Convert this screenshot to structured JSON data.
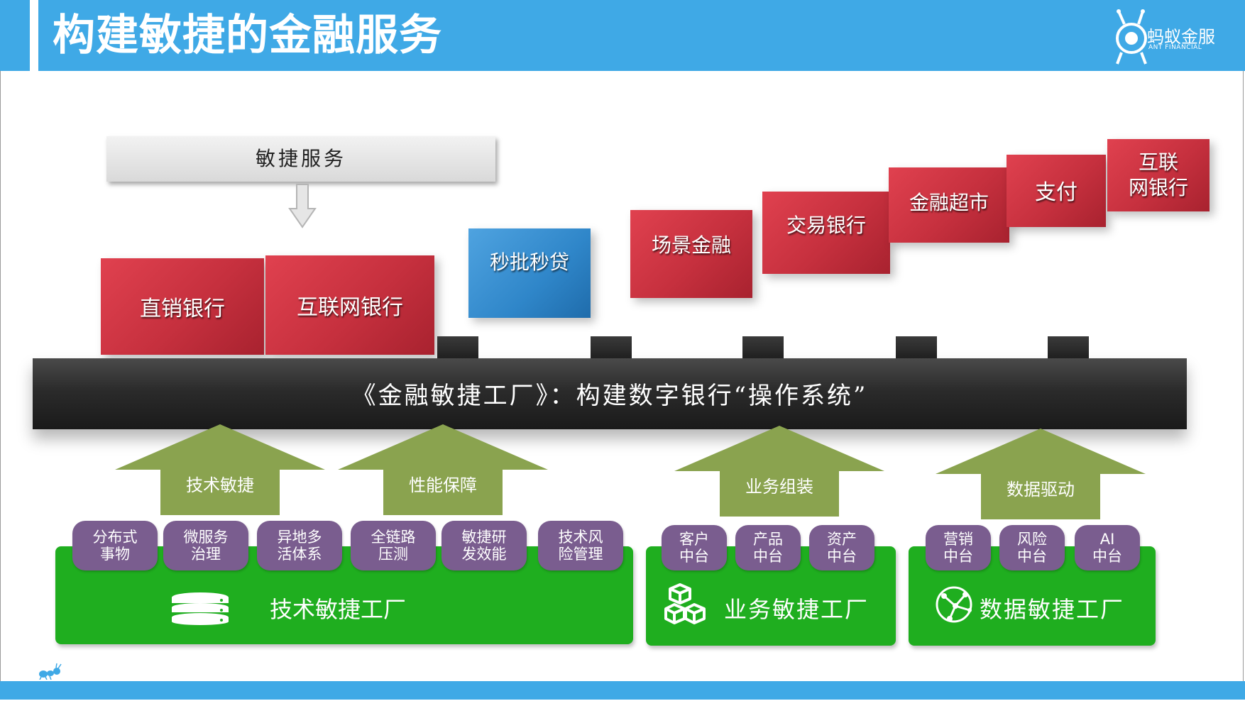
{
  "header": {
    "title": "构建敏捷的金融服务",
    "logo_text": "蚂蚁金服",
    "logo_subtext": "ANT FINANCIAL"
  },
  "service_banner": {
    "label": "敏捷服务"
  },
  "products": [
    {
      "label": "直销银行",
      "color": "red"
    },
    {
      "label": "互联网银行",
      "color": "red"
    },
    {
      "label": "秒批秒贷",
      "color": "blue"
    },
    {
      "label": "场景金融",
      "color": "red"
    },
    {
      "label": "交易银行",
      "color": "red"
    },
    {
      "label": "金融超市",
      "color": "red"
    },
    {
      "label": "支付",
      "color": "red"
    },
    {
      "label": "互联\n网银行",
      "color": "red"
    }
  ],
  "conveyor": {
    "label": "《金融敏捷工厂》：构建数字银行“操作系统”"
  },
  "arrows": [
    {
      "label": "技术敏捷"
    },
    {
      "label": "性能保障"
    },
    {
      "label": "业务组装"
    },
    {
      "label": "数据驱动"
    }
  ],
  "factories": [
    {
      "label": "技术敏捷工厂",
      "icon": "database-icon",
      "capabilities": [
        "分布式\n事物",
        "微服务\n治理",
        "异地多\n活体系",
        "全链路\n压测",
        "敏捷研\n发效能",
        "技术风\n险管理"
      ]
    },
    {
      "label": "业务敏捷工厂",
      "icon": "cubes-icon",
      "capabilities": [
        "客户\n中台",
        "产品\n中台",
        "资产\n中台"
      ]
    },
    {
      "label": "数据敏捷工厂",
      "icon": "network-globe-icon",
      "capabilities": [
        "营销\n中台",
        "风险\n中台",
        "AI\n中台"
      ]
    }
  ],
  "colors": {
    "header_blue": "#3fa9e6",
    "product_red": "#c6303e",
    "product_blue": "#2f86c9",
    "arrow_olive": "#8aa34f",
    "factory_green": "#1fae1f",
    "pill_purple": "#7a5d8f",
    "conveyor_dark": "#2b2b2b"
  }
}
